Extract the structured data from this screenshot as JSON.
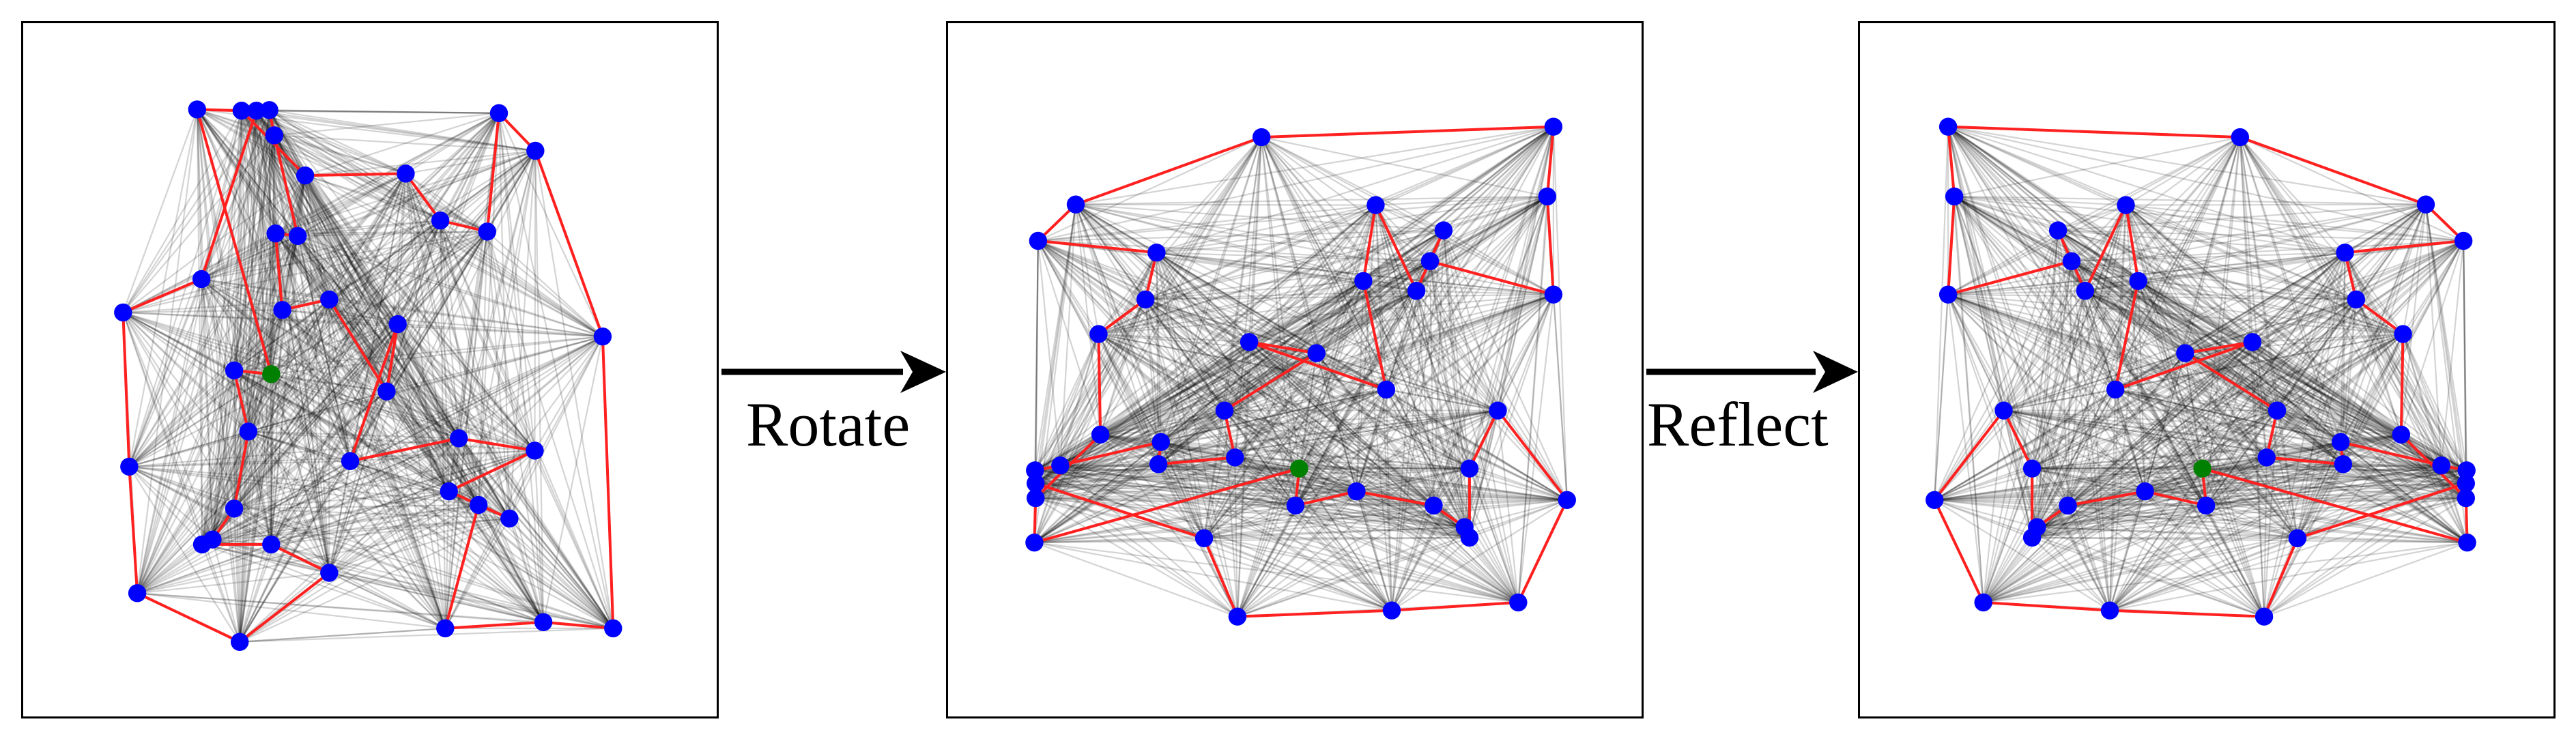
{
  "steps": {
    "rotate_label": "Rotate",
    "reflect_label": "Reflect"
  },
  "colors": {
    "node": "#0000ff",
    "highlight_node": "#008000",
    "tour_edge": "#ff2020",
    "complete_edge": "#000000",
    "frame": "#000000"
  },
  "graph": {
    "node_count": 40,
    "complete_graph": true,
    "highlight_node_index": 0,
    "tour_order": [
      1,
      2,
      3,
      4,
      5,
      6,
      7,
      8,
      9,
      10,
      11,
      12,
      13,
      14,
      15,
      16,
      17,
      18,
      19,
      20,
      21,
      22,
      23,
      24,
      25,
      26,
      27,
      28,
      29,
      30,
      31,
      32,
      33,
      34,
      35,
      36,
      37,
      38,
      39,
      0
    ],
    "nodes": [
      [
        0.34,
        0.507
      ],
      [
        0.22,
        0.078
      ],
      [
        0.292,
        0.08
      ],
      [
        0.395,
        0.185
      ],
      [
        0.558,
        0.182
      ],
      [
        0.614,
        0.258
      ],
      [
        0.69,
        0.276
      ],
      [
        0.709,
        0.084
      ],
      [
        0.768,
        0.145
      ],
      [
        0.877,
        0.446
      ],
      [
        0.894,
        0.919
      ],
      [
        0.781,
        0.909
      ],
      [
        0.622,
        0.919
      ],
      [
        0.676,
        0.719
      ],
      [
        0.726,
        0.741
      ],
      [
        0.628,
        0.697
      ],
      [
        0.767,
        0.631
      ],
      [
        0.644,
        0.611
      ],
      [
        0.468,
        0.648
      ],
      [
        0.545,
        0.426
      ],
      [
        0.527,
        0.535
      ],
      [
        0.434,
        0.386
      ],
      [
        0.358,
        0.403
      ],
      [
        0.347,
        0.279
      ],
      [
        0.383,
        0.283
      ],
      [
        0.345,
        0.12
      ],
      [
        0.337,
        0.079
      ],
      [
        0.316,
        0.08
      ],
      [
        0.227,
        0.353
      ],
      [
        0.1,
        0.407
      ],
      [
        0.11,
        0.657
      ],
      [
        0.123,
        0.862
      ],
      [
        0.289,
        0.941
      ],
      [
        0.434,
        0.829
      ],
      [
        0.34,
        0.783
      ],
      [
        0.228,
        0.783
      ],
      [
        0.245,
        0.775
      ],
      [
        0.28,
        0.725
      ],
      [
        0.303,
        0.6
      ],
      [
        0.28,
        0.501
      ]
    ]
  }
}
